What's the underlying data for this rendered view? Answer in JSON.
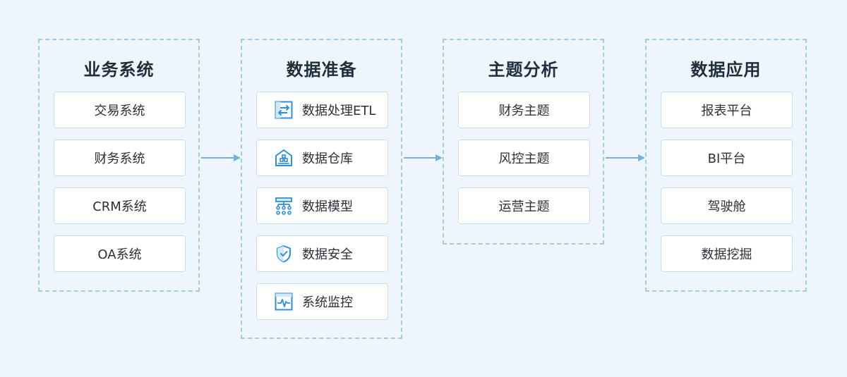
{
  "colors": {
    "background": "#eef5fc",
    "dashed_border": "#a3cde6",
    "accent": "#2f8ee0",
    "arrow": "#6fb3e4"
  },
  "columns": [
    {
      "title": "业务系统",
      "items": [
        {
          "label": "交易系统"
        },
        {
          "label": "财务系统"
        },
        {
          "label": "CRM系统"
        },
        {
          "label": "OA系统"
        }
      ]
    },
    {
      "title": "数据准备",
      "items": [
        {
          "label": "数据处理ETL",
          "icon": "exchange-arrows-icon"
        },
        {
          "label": "数据仓库",
          "icon": "warehouse-icon"
        },
        {
          "label": "数据模型",
          "icon": "hierarchy-model-icon"
        },
        {
          "label": "数据安全",
          "icon": "shield-check-icon"
        },
        {
          "label": "系统监控",
          "icon": "pulse-monitor-icon"
        }
      ]
    },
    {
      "title": "主题分析",
      "items": [
        {
          "label": "财务主题"
        },
        {
          "label": "风控主题"
        },
        {
          "label": "运营主题"
        }
      ]
    },
    {
      "title": "数据应用",
      "items": [
        {
          "label": "报表平台"
        },
        {
          "label": "BI平台"
        },
        {
          "label": "驾驶舱"
        },
        {
          "label": "数据挖掘"
        }
      ]
    }
  ],
  "arrows": [
    {
      "from": "业务系统",
      "to": "数据准备"
    },
    {
      "from": "数据准备",
      "to": "主题分析"
    },
    {
      "from": "主题分析",
      "to": "数据应用"
    }
  ]
}
